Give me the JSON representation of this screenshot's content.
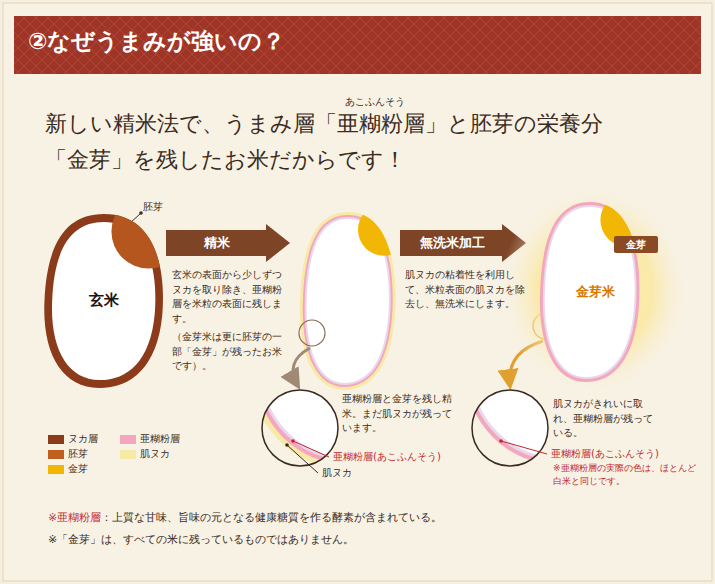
{
  "diagram": {
    "title": "②なぜうまみが強いの？",
    "nodes": [
      {
        "text": [
          "玄米"
        ]
      },
      {
        "text": [
          "精米"
        ]
      },
      {
        "text": [
          "無洗米加工"
        ]
      },
      {
        "text": [
          "金芽米"
        ]
      },
      {
        "text": [
          "金芽"
        ],
        "in": 3
      }
    ],
    "labels": [
      "新しい精米法で、うまみ層「亜糊粉層」と胚芽の栄養分",
      "「金芽」を残したお米だからです！",
      "あこふんそう",
      "胚芽",
      "玄米の表面から少しずつヌカを取り除き、亜糊粉層を米粒の表面に残します。",
      "（金芽米は更に胚芽の一部「金芽」が残ったお米です）。",
      "肌ヌカの粘着性を利用して、米粒表面の肌ヌカを除去し、無洗米にします。",
      "亜糊粉層と金芽を残し精米。まだ肌ヌカが残っています。",
      "亜糊粉層(あこふんそう)",
      "肌ヌカ",
      "肌ヌカがきれいに取れ、亜糊粉層が残っている。",
      "亜糊粉層(あこふんそう)",
      "※亜糊粉層の実際の色は、ほとんど白米と同じです。",
      "※亜糊粉層",
      "：上質な甘味、旨味の元となる健康糖質を作る酵素が含まれている。",
      "※「金芽」は、すべての米に残っているものではありません。"
    ],
    "legend": [
      {
        "text": "ヌカ層",
        "color": "#8b3a1a"
      },
      {
        "text": "胚芽",
        "color": "#c0601e"
      },
      {
        "text": "金芽",
        "color": "#f2b705"
      },
      {
        "text": "亜糊粉層",
        "color": "#f4a6bd"
      },
      {
        "text": "肌ヌカ",
        "color": "#f7e9a6"
      }
    ]
  }
}
